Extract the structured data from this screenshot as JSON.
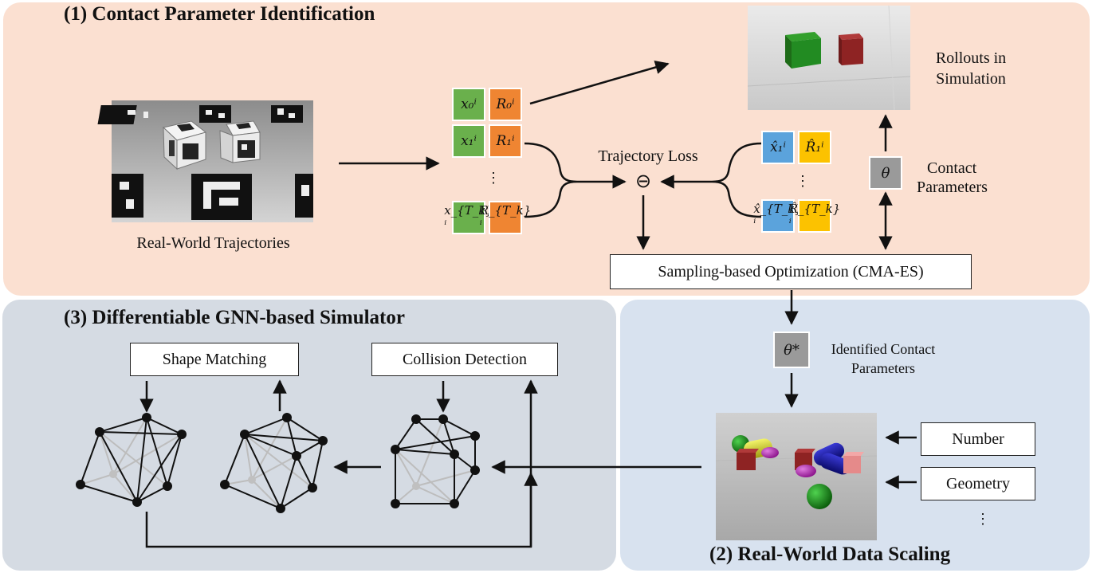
{
  "panel1": {
    "title": "(1) Contact Parameter Identification",
    "real_world_caption": "Real-World Trajectories",
    "rollouts_line1": "Rollouts in",
    "rollouts_line2": "Simulation",
    "trajectory_loss": "Trajectory Loss",
    "loss_symbol": "⊖",
    "contact_params_line1": "Contact",
    "contact_params_line2": "Parameters",
    "theta": "θ",
    "optimizer_box": "Sampling-based Optimization (CMA-ES)",
    "vdots": "⋮",
    "real_states": [
      {
        "x": "x₀ⁱ",
        "r": "R₀ⁱ"
      },
      {
        "x": "x₁ⁱ",
        "r": "R₁ⁱ"
      },
      {
        "x": "x_{T_k}ⁱ",
        "r": "R_{T_k}ⁱ"
      }
    ],
    "sim_states": [
      {
        "x": "x̂₁ⁱ",
        "r": "R̂₁ⁱ"
      },
      {
        "x": "x̂_{T_k}ⁱ",
        "r": "R̂_{T_k}ⁱ"
      }
    ]
  },
  "panel2": {
    "title": "(2) Real-World Data Scaling",
    "theta_star": "θ*",
    "identified_line1": "Identified Contact",
    "identified_line2": "Parameters",
    "number_box": "Number",
    "geometry_box": "Geometry",
    "vdots": "⋮"
  },
  "panel3": {
    "title": "(3) Differentiable GNN-based Simulator",
    "shape_matching": "Shape Matching",
    "collision_detection": "Collision Detection"
  },
  "colors": {
    "panel1_bg": "#fbe0d1",
    "panel2_bg": "#d8e2ef",
    "panel3_bg": "#d5dbe3",
    "position_cell": "#6ab04c",
    "rotation_cell": "#ef8532",
    "sim_position_cell": "#5ba3dc",
    "sim_rotation_cell": "#fcc200",
    "parameter_cell": "#9a9a9a"
  }
}
